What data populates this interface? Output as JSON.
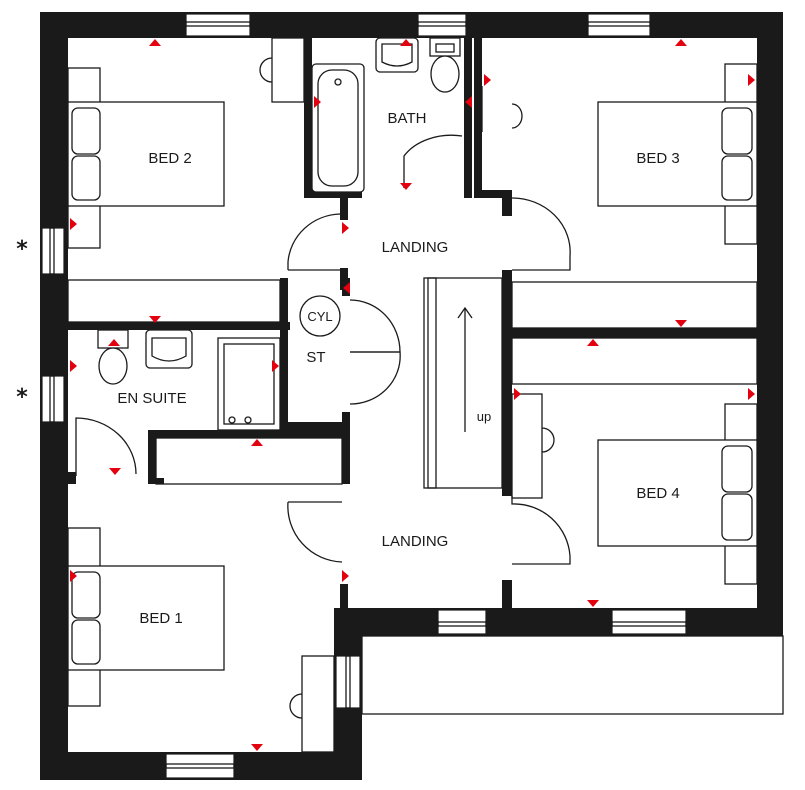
{
  "rooms": {
    "bed2": "BED 2",
    "bath": "BATH",
    "bed3": "BED 3",
    "landing_top": "LANDING",
    "cylinder": "CYL",
    "store": "ST",
    "en_suite": "EN SUITE",
    "bed4": "BED 4",
    "landing_bottom": "LANDING",
    "bed1": "BED 1"
  },
  "stairs_label": "up",
  "window_notes": [
    "*",
    "*"
  ],
  "colors": {
    "walls": "#1a1a1a",
    "markers": "#e3000f",
    "background": "#ffffff"
  }
}
